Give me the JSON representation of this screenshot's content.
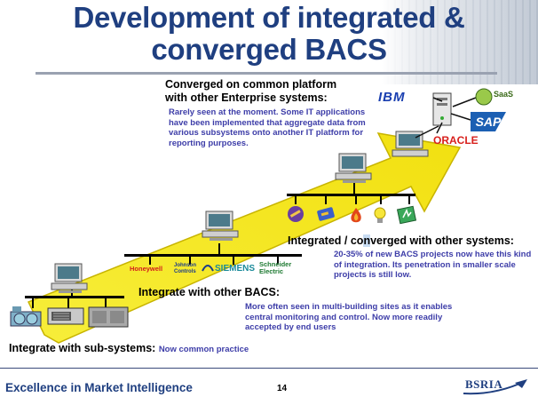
{
  "title": "Development of integrated & converged BACS",
  "levels": [
    {
      "heading_parts": [
        "Integrate with sub-systems:"
      ],
      "description": "Now common practice"
    },
    {
      "heading_parts": [
        "Integrate with other BACS:"
      ],
      "description": "More often seen in multi-building sites as it enables central monitoring and control. Now more readily accepted by end users"
    },
    {
      "heading_parts": [
        "Integrated / co",
        "n",
        "verged with other systems:"
      ],
      "description": "20-35% of new BACS projects now have this kind of integration. Its penetration in smaller scale projects is still low."
    },
    {
      "heading_parts": [
        "Converged on common platform",
        "with other Enterprise systems:"
      ],
      "description": "Rarely seen at the moment. Some IT applications have been implemented that aggregate data from various subsystems onto another IT platform for reporting purposes."
    }
  ],
  "bacs_brands": [
    "Honeywell",
    "Johnson Controls",
    "SIEMENS",
    "Schneider Electric"
  ],
  "enterprise_brands": [
    "IBM",
    "SAP",
    "ORACLE",
    "SaaS"
  ],
  "footer": {
    "tagline": "Excellence in Market Intelligence",
    "page": "14",
    "logo": "BSRIA"
  },
  "colors": {
    "title": "#1f3f80",
    "arrow": "#f5e71e",
    "arrow_edge": "#c8b400",
    "description": "#3d3da8",
    "highlight": "#c8dcf2"
  }
}
